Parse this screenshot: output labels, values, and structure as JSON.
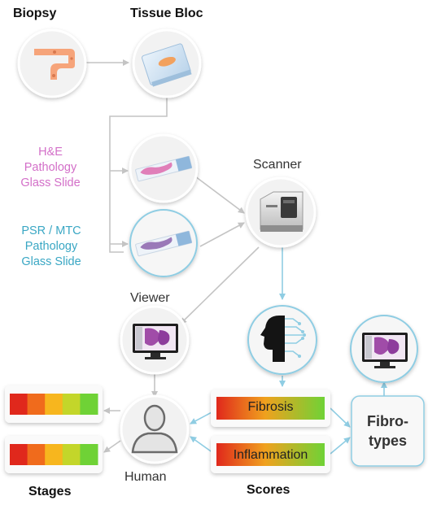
{
  "labels": {
    "biopsy": "Biopsy",
    "tissue_bloc": "Tissue Bloc",
    "he_line1": "H&E",
    "he_line2": "Pathology",
    "he_line3": "Glass Slide",
    "psr_line1": "PSR / MTC",
    "psr_line2": "Pathology",
    "psr_line3": "Glass Slide",
    "scanner": "Scanner",
    "viewer": "Viewer",
    "human": "Human",
    "stages": "Stages",
    "scores": "Scores",
    "fibrosis": "Fibrosis",
    "inflammation": "Inflammation",
    "fibrotypes_line1": "Fibro-",
    "fibrotypes_line2": "types"
  },
  "colors": {
    "arrow_gray": "#c4c4c4",
    "arrow_blue": "#8fcde3",
    "pink_text": "#d36fc8",
    "teal_text": "#3aa7c4",
    "stage_scale": [
      "#e0281c",
      "#f06b1c",
      "#f7b61e",
      "#c3d62a",
      "#6fd236"
    ]
  },
  "icons": {
    "biopsy": "intestine-icon",
    "tissue_bloc": "tissue-block-icon",
    "he_slide": "pink-slide-icon",
    "psr_slide": "purple-slide-icon",
    "scanner": "slide-scanner-icon",
    "viewer": "monitor-icon",
    "ai": "ai-head-icon",
    "human": "user-avatar-icon",
    "fibrotypes": "monitor-icon"
  }
}
